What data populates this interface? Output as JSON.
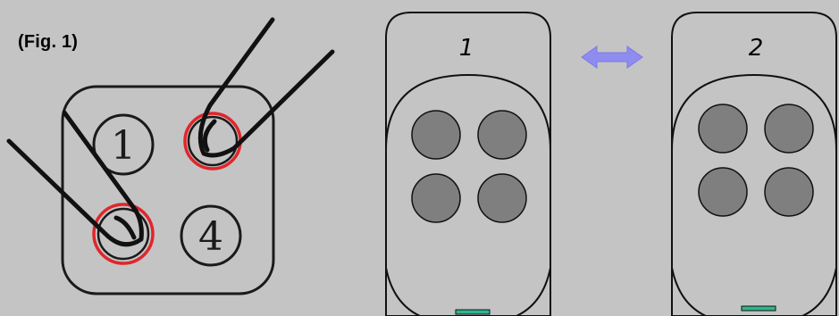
{
  "figure_label": "(Fig. 1)",
  "keypad": {
    "visible_keys": [
      "1",
      "4"
    ],
    "pressed_keys": 2,
    "highlight_color": "#e0262b"
  },
  "remotes": [
    {
      "label": "1",
      "button_count": 4,
      "led_color": "#2fb58f"
    },
    {
      "label": "2",
      "button_count": 4,
      "led_color": "#2fb58f"
    }
  ],
  "arrow": {
    "icon": "double-arrow-icon",
    "color": "#8f8cf0"
  }
}
